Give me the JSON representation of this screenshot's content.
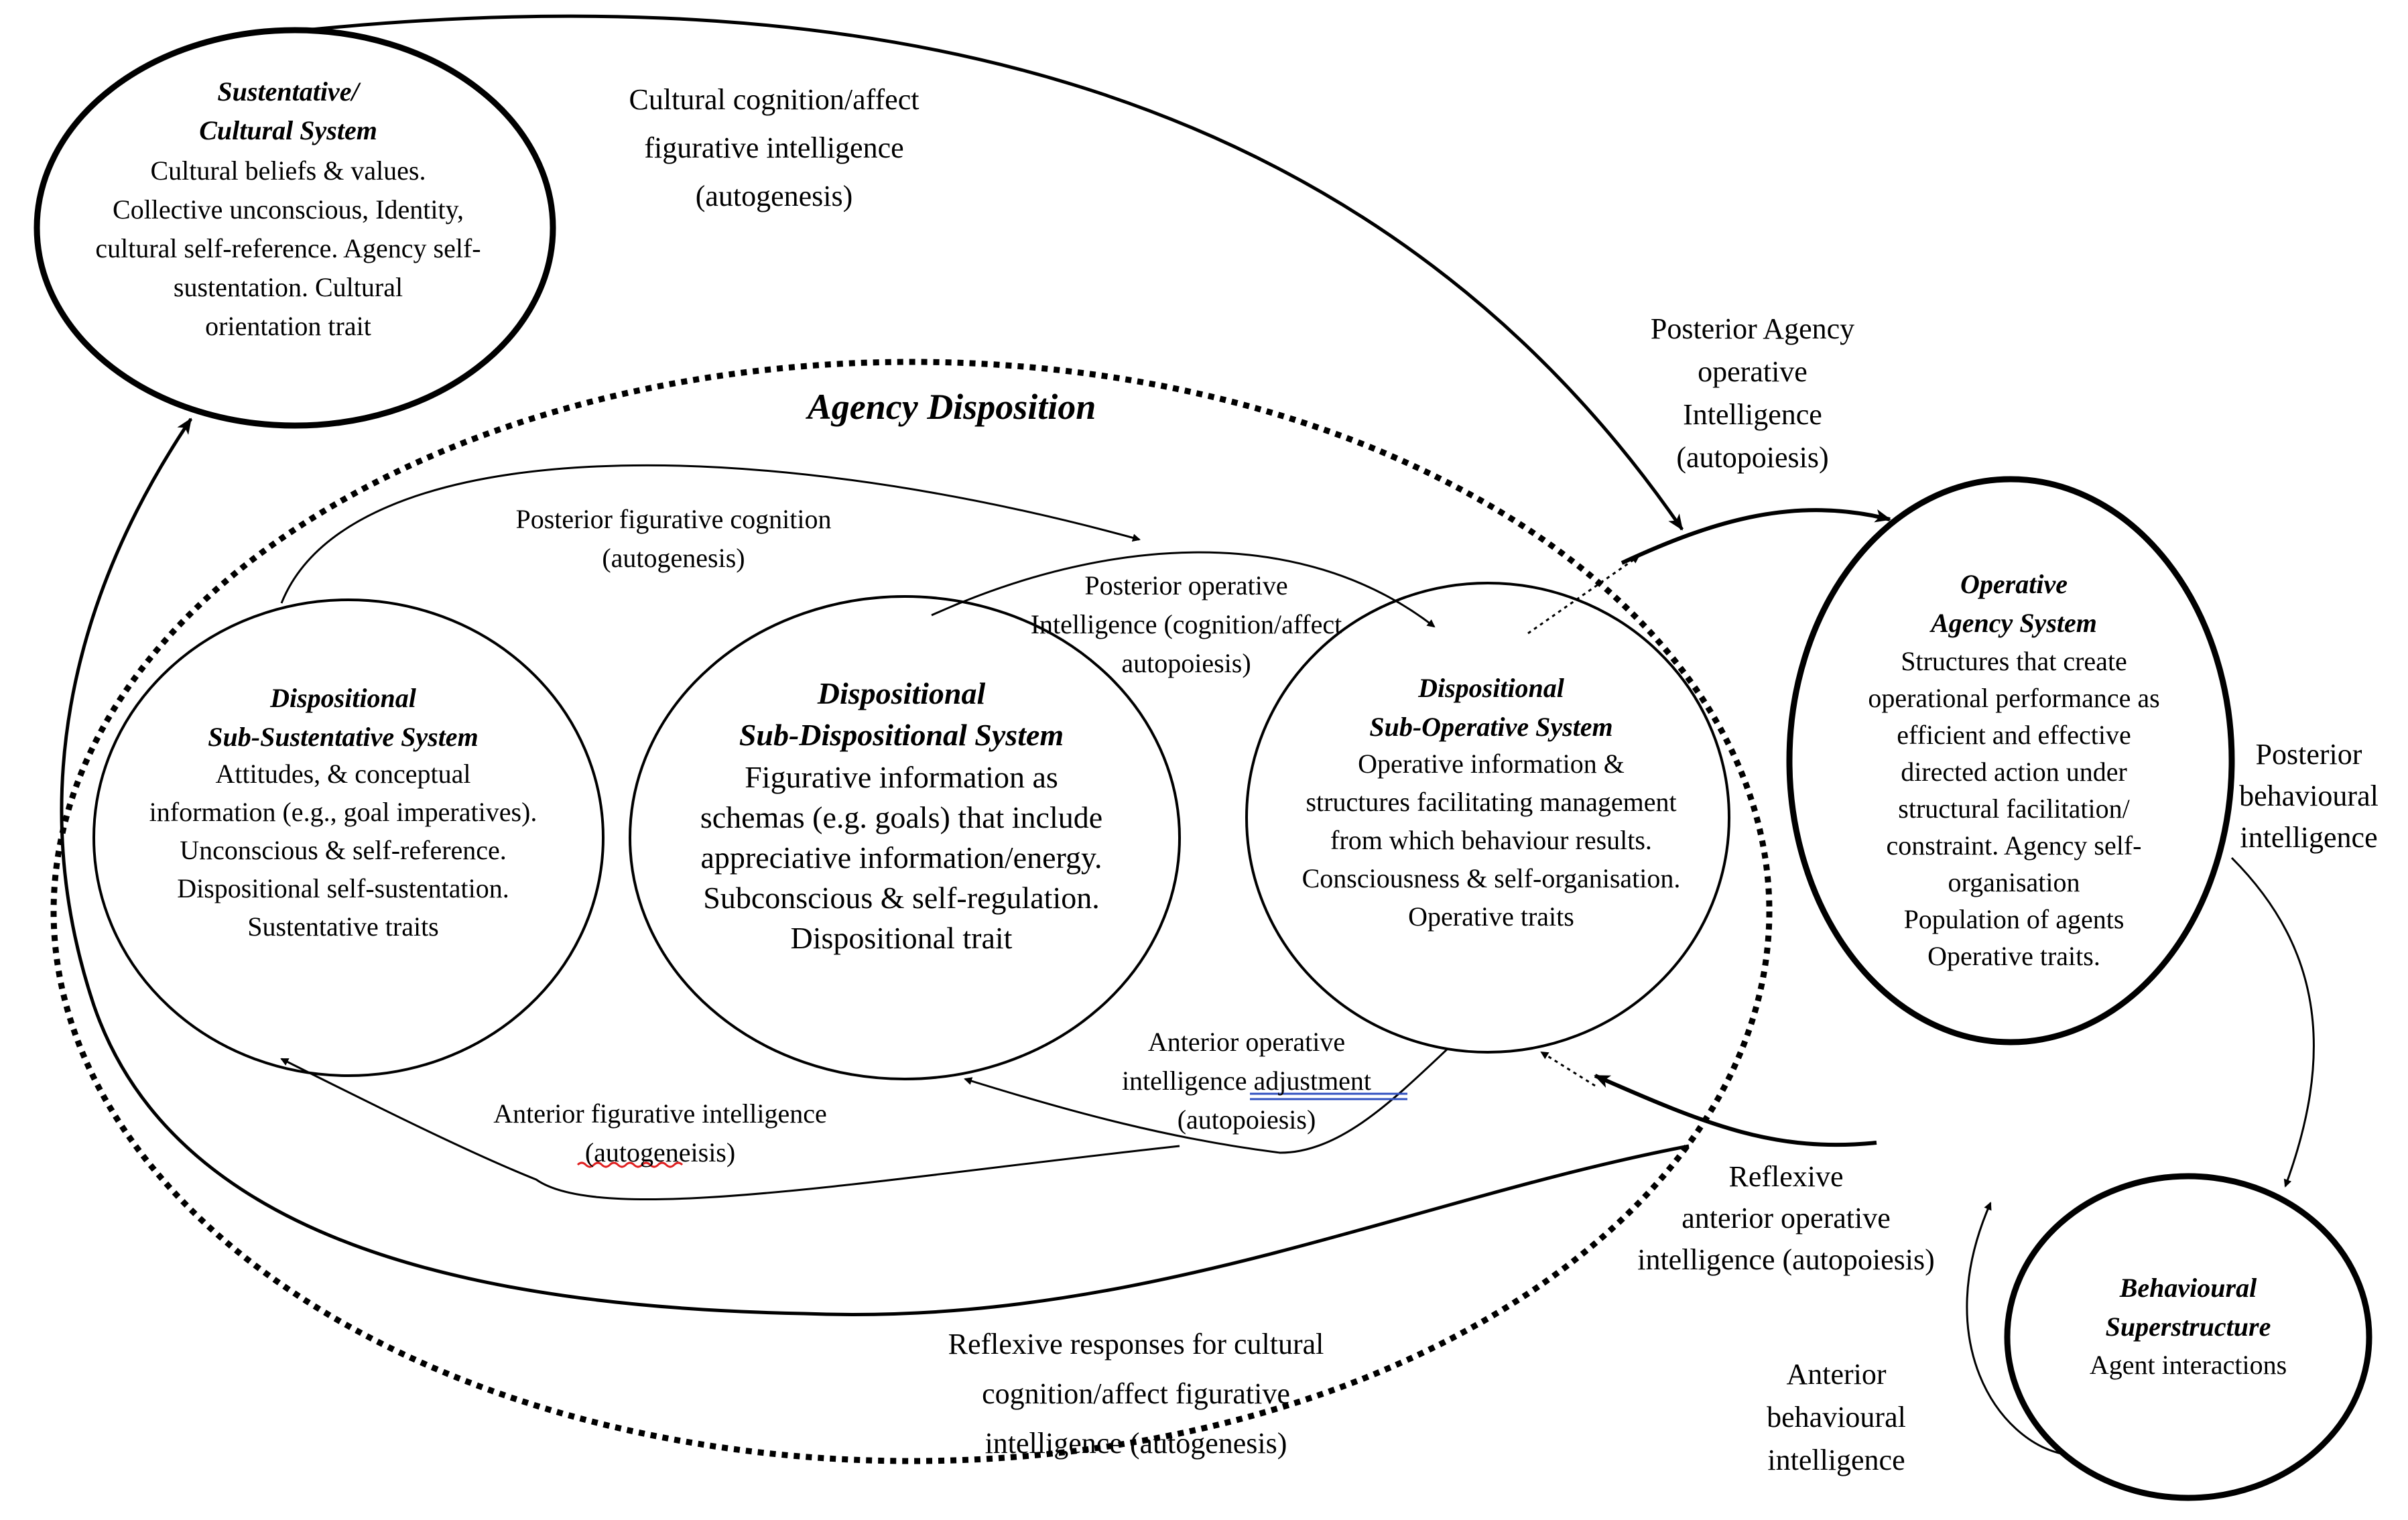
{
  "agency_disposition": {
    "label": "Agency Disposition"
  },
  "cultural_system": {
    "title_lines": [
      "Sustentative/",
      "Cultural System"
    ],
    "body_lines": [
      "Cultural beliefs & values.",
      "Collective unconscious, Identity,",
      "cultural self-reference. Agency self-",
      "sustentation. Cultural",
      "orientation trait"
    ]
  },
  "sub_sustentative": {
    "title_lines": [
      "Dispositional",
      "Sub-Sustentative System"
    ],
    "body_lines": [
      "Attitudes, & conceptual",
      "information (e.g., goal imperatives).",
      "Unconscious & self-reference.",
      "Dispositional self-sustentation.",
      "Sustentative traits"
    ]
  },
  "sub_dispositional": {
    "title_lines": [
      "Dispositional",
      "Sub-Dispositional System"
    ],
    "body_lines": [
      "Figurative information as",
      "schemas (e.g. goals) that include",
      "appreciative information/energy.",
      "Subconscious & self-regulation.",
      "Dispositional trait"
    ]
  },
  "sub_operative": {
    "title_lines": [
      "Dispositional",
      "Sub-Operative System"
    ],
    "body_lines": [
      "Operative information &",
      "structures facilitating management",
      "from which behaviour results.",
      "Consciousness & self-organisation.",
      "Operative traits"
    ]
  },
  "operative_agency": {
    "title_lines": [
      "Operative",
      "Agency System"
    ],
    "body_lines": [
      "Structures that create",
      "operational performance as",
      "efficient and effective",
      "directed action under",
      "structural facilitation/",
      "constraint. Agency self-",
      "organisation",
      "Population of agents",
      "Operative traits."
    ]
  },
  "behavioural": {
    "title_lines": [
      "Behavioural",
      "Superstructure"
    ],
    "body_lines": [
      "Agent interactions"
    ]
  },
  "flows": {
    "cultural_cognition": [
      "Cultural cognition/affect",
      "figurative intelligence",
      "(autogenesis)"
    ],
    "posterior_agency": [
      "Posterior Agency",
      "operative",
      "Intelligence",
      "(autopoiesis)"
    ],
    "posterior_figurative": [
      "Posterior figurative cognition",
      "(autogenesis)"
    ],
    "posterior_operative": [
      "Posterior operative",
      "Intelligence (cognition/affect",
      "autopoiesis)"
    ],
    "anterior_operative_adjustment": [
      "Anterior operative",
      "intelligence adjustment",
      "(autopoiesis)"
    ],
    "anterior_figurative": [
      "Anterior figurative intelligence",
      "(autogeneisis)"
    ],
    "reflexive_anterior_operative": [
      "Reflexive",
      "anterior operative",
      "intelligence (autopoiesis)"
    ],
    "reflexive_cultural": [
      "Reflexive responses for cultural",
      "cognition/affect figurative",
      "intelligence (autogenesis)"
    ],
    "posterior_behavioural": [
      "Posterior",
      "behavioural",
      "intelligence"
    ],
    "anterior_behavioural": [
      "Anterior",
      "behavioural",
      "intelligence"
    ]
  }
}
